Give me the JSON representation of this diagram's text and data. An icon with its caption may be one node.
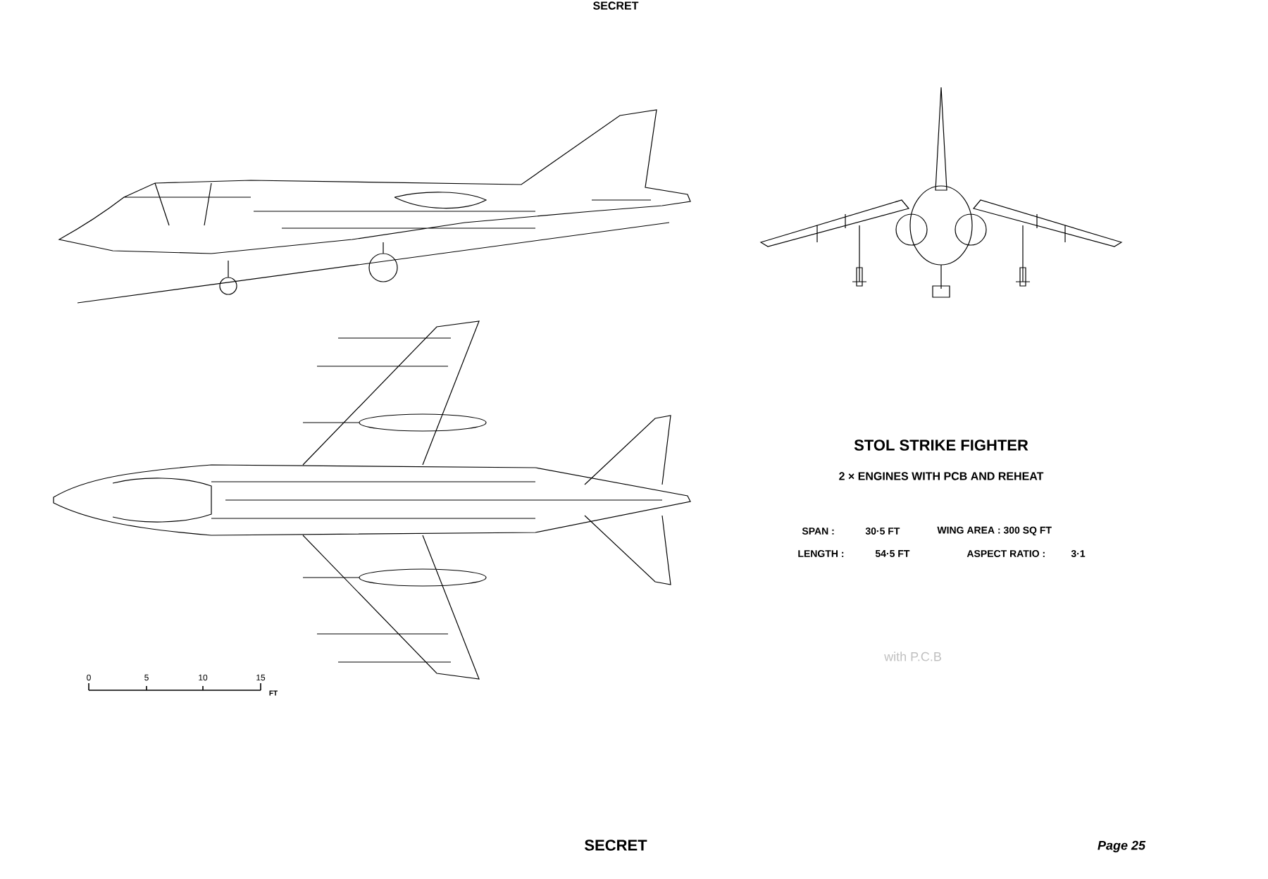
{
  "diagram": {
    "title": "STOL STRIKE FIGHTER",
    "labels": [
      "SECRET",
      "2 × ENGINES WITH PCB AND REHEAT",
      "SPAN :",
      "30·5 FT",
      "WING AREA : 300 SQ FT",
      "LENGTH :",
      "54·5 FT",
      "ASPECT RATIO :",
      "3·1",
      "0",
      "5",
      "10",
      "15",
      "FT",
      "with P.C.B",
      "SECRET",
      "Page 25"
    ]
  }
}
